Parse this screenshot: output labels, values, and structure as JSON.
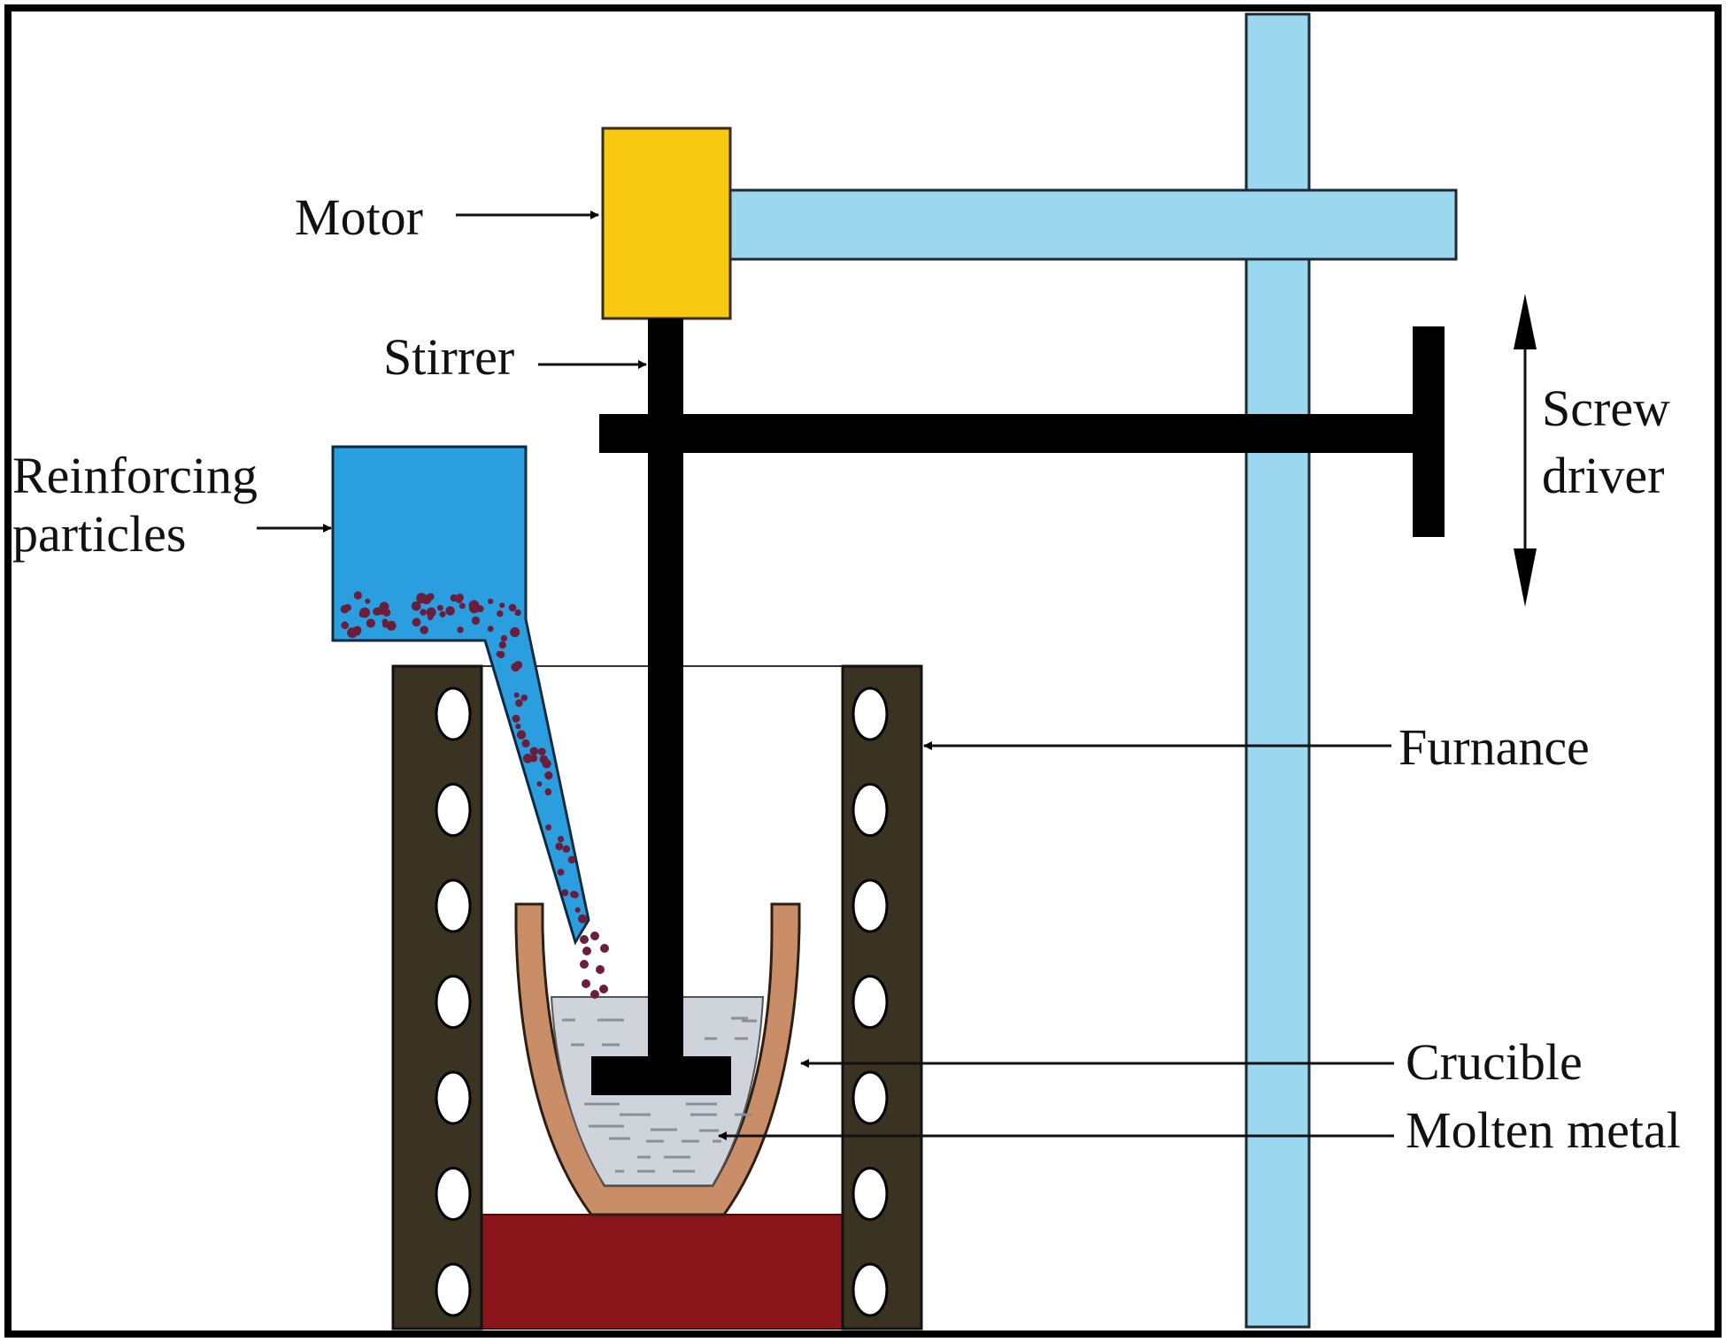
{
  "figure": {
    "type": "schematic",
    "subject": "Stir casting setup"
  },
  "labels": {
    "motor": "Motor",
    "stirrer": "Stirrer",
    "reinforcing_line1": "Reinforcing",
    "reinforcing_line2": "particles",
    "screw_line1": "Screw",
    "screw_line2": "driver",
    "furnace": "Furnance",
    "crucible": "Crucible",
    "molten_metal": "Molten metal"
  },
  "colors": {
    "motor": "#f6c80f",
    "support_frame": "#9bd8f0",
    "hopper": "#2b9ee0",
    "particles": "#6b1e3c",
    "furnace_wall": "#3b3322",
    "furnace_base": "#8a161c",
    "crucible": "#c98d67",
    "molten_metal": "#cfd3da",
    "stirrer": "#000000"
  },
  "furnace_holes_per_wall": 7
}
